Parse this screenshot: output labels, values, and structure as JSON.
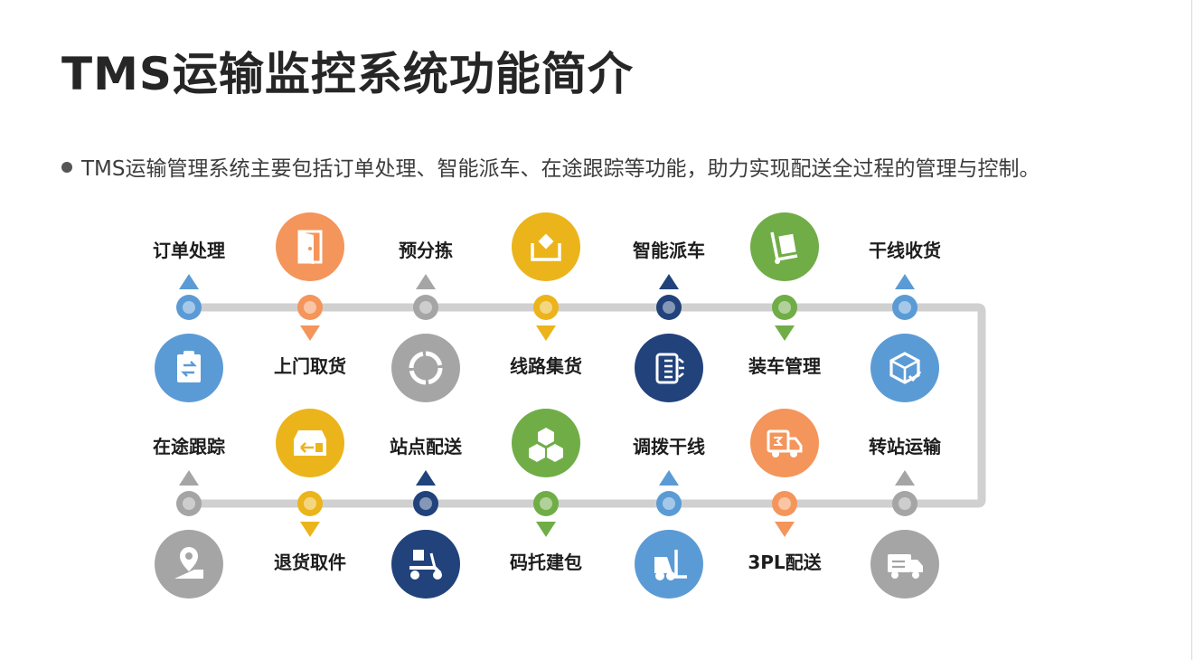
{
  "title": "TMS运输监控系统功能简介",
  "intro": "TMS运输管理系统主要包括订单处理、智能派车、在途跟踪等功能，助力实现配送全过程的管理与控制。",
  "colors": {
    "blue": "#5b9bd5",
    "orange": "#f4955b",
    "gray": "#a5a5a5",
    "yellow": "#ebb41a",
    "navy": "#21427b",
    "green": "#70ad47",
    "track": "#d0d0d0"
  },
  "rows": [
    {
      "steps": [
        {
          "label": "订单处理",
          "color": "blue",
          "label_side": "top",
          "icon": "clipboard-swap-icon"
        },
        {
          "label": "上门取货",
          "color": "orange",
          "label_side": "bottom",
          "icon": "door-icon"
        },
        {
          "label": "预分拣",
          "color": "gray",
          "label_side": "top",
          "icon": "circle-progress-icon"
        },
        {
          "label": "线路集货",
          "color": "yellow",
          "label_side": "bottom",
          "icon": "box-in-tray-icon"
        },
        {
          "label": "智能派车",
          "color": "navy",
          "label_side": "top",
          "icon": "truck-front-icon"
        },
        {
          "label": "装车管理",
          "color": "green",
          "label_side": "bottom",
          "icon": "hand-truck-icon"
        },
        {
          "label": "干线收货",
          "color": "blue",
          "label_side": "top",
          "icon": "package-check-icon"
        }
      ]
    },
    {
      "steps": [
        {
          "label": "在途跟踪",
          "color": "gray",
          "label_side": "top",
          "icon": "map-pin-icon"
        },
        {
          "label": "退货取件",
          "color": "yellow",
          "label_side": "bottom",
          "icon": "return-box-icon"
        },
        {
          "label": "站点配送",
          "color": "navy",
          "label_side": "top",
          "icon": "delivery-scooter-icon"
        },
        {
          "label": "码托建包",
          "color": "green",
          "label_side": "bottom",
          "icon": "stacked-boxes-icon"
        },
        {
          "label": "调拨干线",
          "color": "blue",
          "label_side": "top",
          "icon": "forklift-icon"
        },
        {
          "label": "3PL配送",
          "color": "orange",
          "label_side": "bottom",
          "icon": "delivery-truck-icon"
        },
        {
          "label": "转站运输",
          "color": "gray",
          "label_side": "top",
          "icon": "transfer-truck-icon"
        }
      ]
    }
  ]
}
